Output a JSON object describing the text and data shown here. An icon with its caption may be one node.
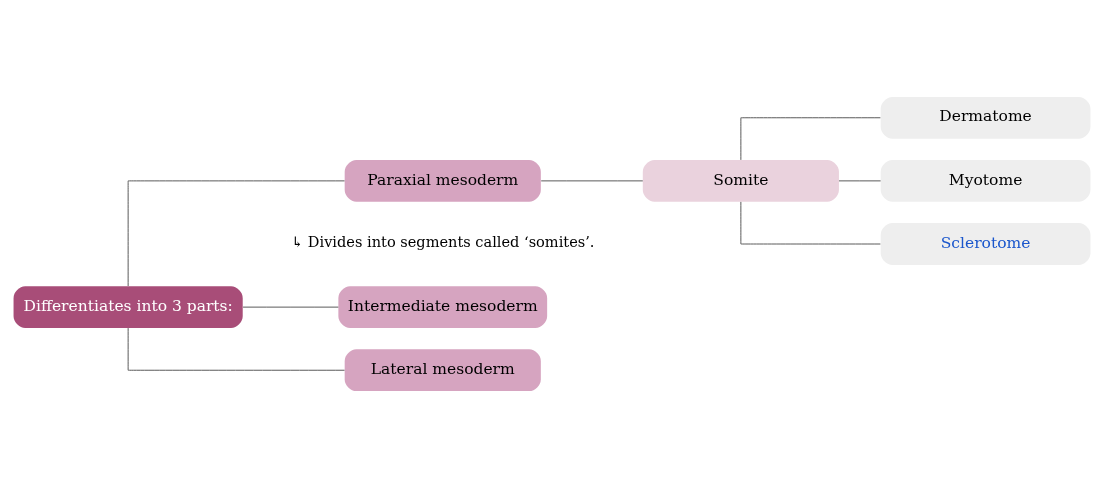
{
  "diagram": {
    "nodes": [
      {
        "text": [
          "Differentiates into 3 parts:"
        ]
      },
      {
        "text": [
          "Paraxial mesoderm"
        ]
      },
      {
        "text": [
          "Somite"
        ]
      },
      {
        "text": [
          "Dermatome"
        ]
      },
      {
        "text": [
          "Myotome"
        ]
      },
      {
        "text": [
          "Sclerotome"
        ]
      },
      {
        "text": [
          "Intermediate mesoderm"
        ]
      },
      {
        "text": [
          "Lateral mesoderm"
        ]
      }
    ],
    "edges": [
      {
        "from": 0,
        "to": 1,
        "arrow": "none"
      },
      {
        "from": 0,
        "to": 6,
        "arrow": "none"
      },
      {
        "from": 0,
        "to": 7,
        "arrow": "none"
      },
      {
        "from": 1,
        "to": 2,
        "arrow": "none"
      },
      {
        "from": 2,
        "to": 3,
        "arrow": "none"
      },
      {
        "from": 2,
        "to": 4,
        "arrow": "none"
      },
      {
        "from": 2,
        "to": 5,
        "arrow": "none"
      }
    ],
    "labels": [
      "↳ Divides into segments called ‘somites’."
    ]
  }
}
